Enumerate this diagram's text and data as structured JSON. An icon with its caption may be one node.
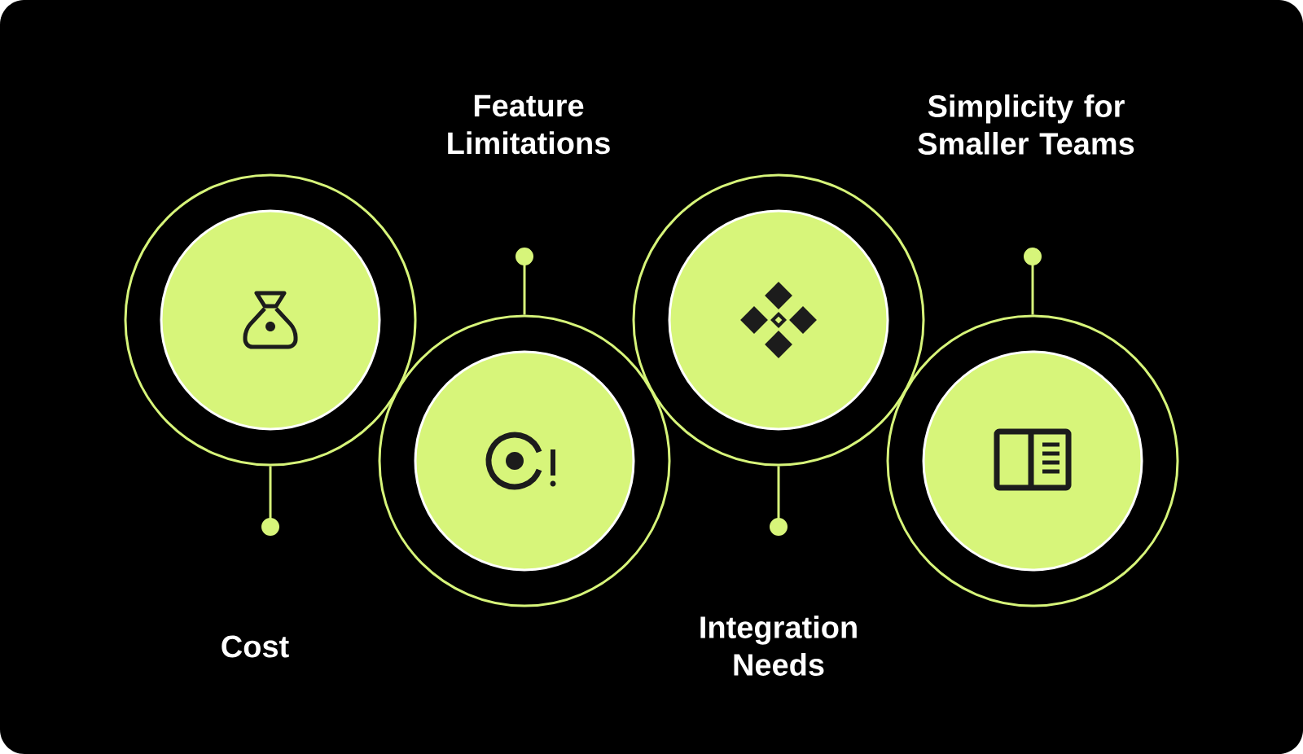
{
  "diagram": {
    "nodes": [
      {
        "text": [],
        "shape": "circle"
      },
      {
        "text": [],
        "shape": "circle"
      },
      {
        "text": [],
        "shape": "circle"
      },
      {
        "text": [],
        "shape": "circle"
      }
    ],
    "edges": [
      {
        "from": 0,
        "to": null,
        "arrow": "other"
      },
      {
        "from": 1,
        "to": null,
        "arrow": "other"
      },
      {
        "from": 2,
        "to": null,
        "arrow": "other"
      },
      {
        "from": 3,
        "to": null,
        "arrow": "other"
      }
    ],
    "labels": [
      "Feature Limitations",
      "Simplicity for Smaller Teams",
      "Cost",
      "Integration Needs"
    ]
  }
}
